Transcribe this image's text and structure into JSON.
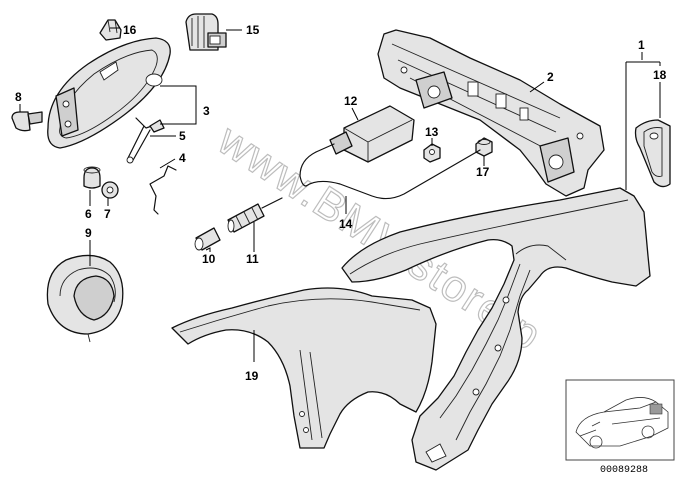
{
  "watermark": "www.BMWstore.p",
  "doc_number": "00089288",
  "callouts": {
    "c1": "1",
    "c2": "2",
    "c3": "3",
    "c4": "4",
    "c5": "5",
    "c6": "6",
    "c7": "7",
    "c8": "8",
    "c9": "9",
    "c10": "10",
    "c11": "11",
    "c12": "12",
    "c13": "13",
    "c14": "14",
    "c15": "15",
    "c16": "16",
    "c17": "17",
    "c18": "18",
    "c19": "19"
  }
}
